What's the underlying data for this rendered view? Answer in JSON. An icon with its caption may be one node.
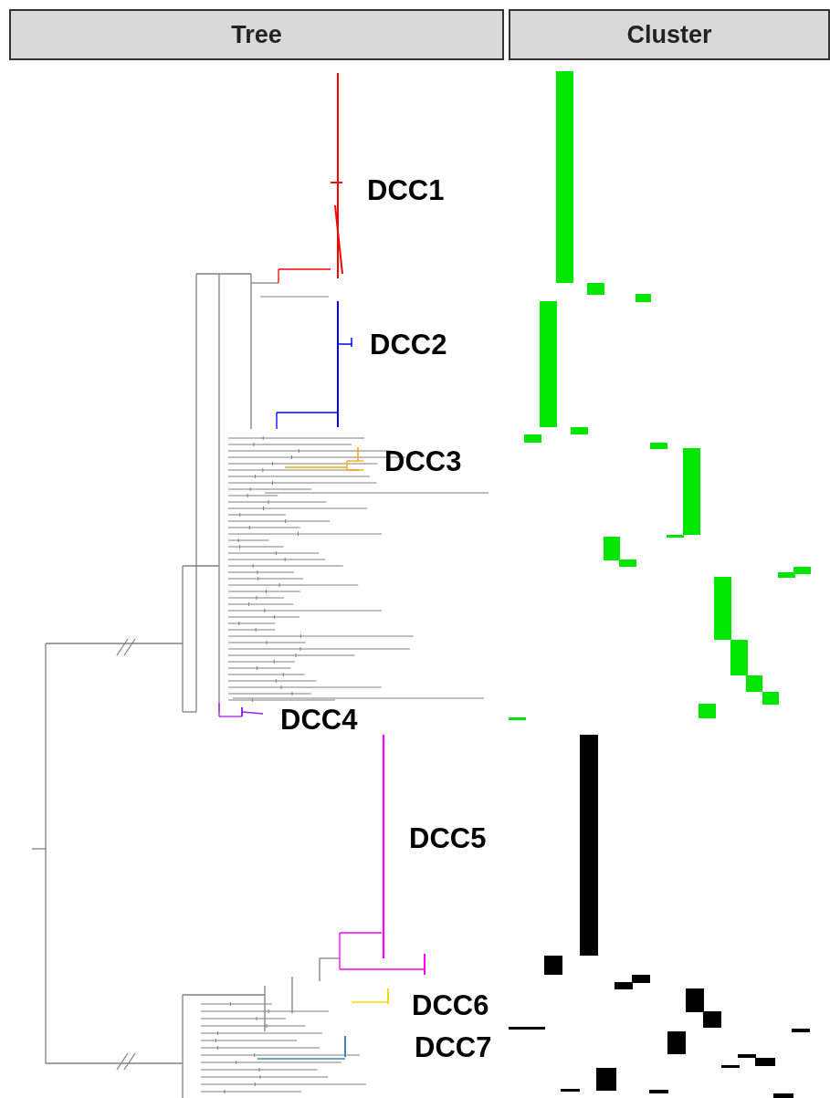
{
  "diagram": {
    "nodes": [
      {
        "text": [
          "Tree"
        ]
      },
      {
        "text": [
          "Cluster"
        ]
      }
    ],
    "labels": [
      "DCC1",
      "DCC2",
      "DCC3",
      "DCC4",
      "DCC5",
      "DCC6",
      "DCC7"
    ]
  }
}
